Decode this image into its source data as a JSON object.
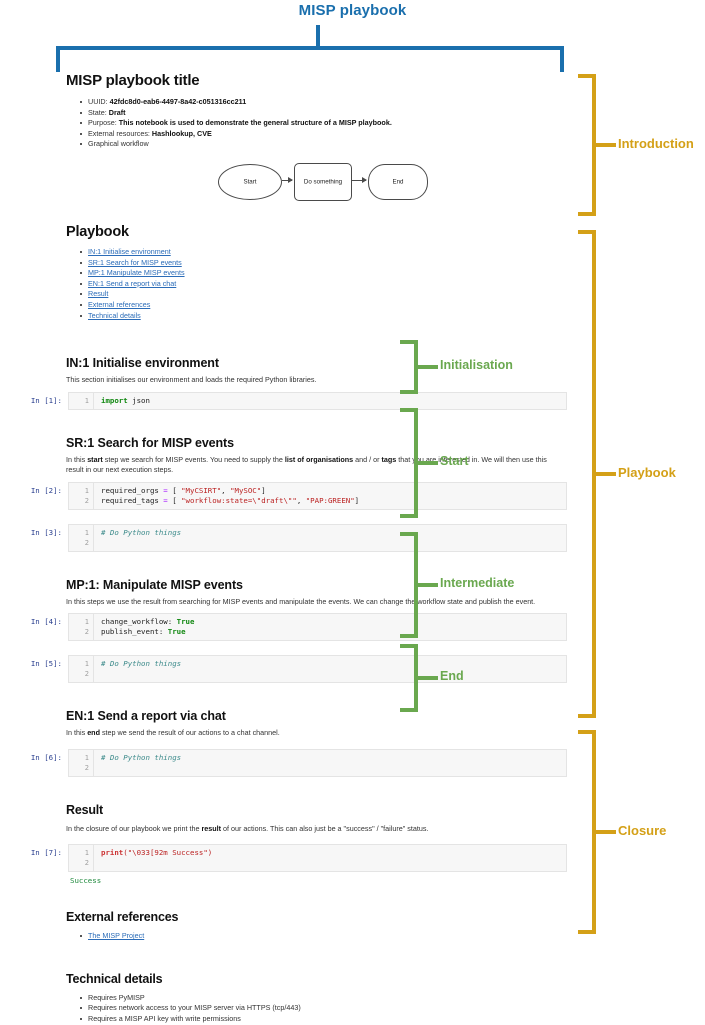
{
  "top_annotation": {
    "label": "MISP playbook",
    "color": "#1a6fad"
  },
  "notebook": {
    "title": "MISP playbook title",
    "intro_items": [
      {
        "label": "UUID:",
        "value": "42fdc8d0-eab6-4497-8a42-c051316cc211"
      },
      {
        "label": "State:",
        "value": "Draft"
      },
      {
        "label": "Purpose:",
        "value": "This notebook is used to demonstrate the general structure of a MISP playbook."
      },
      {
        "label": "External resources:",
        "value": "Hashlookup, CVE"
      },
      {
        "label": "Graphical workflow",
        "value": ""
      }
    ],
    "flow": {
      "start": "Start",
      "middle": "Do something",
      "end": "End"
    },
    "playbook_heading": "Playbook",
    "toc": [
      "IN:1 Initialise environment",
      "SR:1 Search for MISP events",
      "MP:1 Manipulate MISP events",
      "EN:1 Send a report via chat",
      "Result",
      "External references",
      "Technical details"
    ],
    "sections": {
      "in1": {
        "heading": "IN:1 Initialise environment",
        "text": "This section initialises our environment and loads the required Python libraries.",
        "cell": {
          "prompt": "In [1]:",
          "lines": [
            "1"
          ],
          "code_html": "<span class=\"k\">import</span> json"
        }
      },
      "sr1": {
        "heading": "SR:1 Search for MISP events",
        "text_1": "In this ",
        "text_b1": "start",
        "text_2": " step we search for MISP events. You need to supply the ",
        "text_b2": "list of organisations",
        "text_3": " and / or ",
        "text_b3": "tags",
        "text_4": " that you are interested in. We will then use this result in our next execution steps.",
        "cell_a": {
          "prompt": "In [2]:"
        },
        "code_a_l1": "required_orgs = [ \"MyCSIRT\", \"MySOC\"]",
        "code_a_l2": "required_tags = [ \"workflow:state=\\\"draft\\\"\", \"PAP:GREEN\"]",
        "cell_b": {
          "prompt": "In [3]:",
          "comment": "# Do Python things"
        }
      },
      "mp1": {
        "heading": "MP:1: Manipulate MISP events",
        "text": "In this steps we use the result from searching for MISP events and manipulate the events. We can change the workflow state and publish the event.",
        "cell_a": {
          "prompt": "In [4]:"
        },
        "code_a_l1_name": "change_workflow:",
        "code_a_l1_val": "True",
        "code_a_l2_name": "publish_event:",
        "code_a_l2_val": "True",
        "cell_b": {
          "prompt": "In [5]:",
          "comment": "# Do Python things"
        }
      },
      "en1": {
        "heading": "EN:1 Send a report via chat",
        "text_1": "In this ",
        "text_b1": "end",
        "text_2": " step we send the result of our actions to a chat channel.",
        "cell": {
          "prompt": "In [6]:",
          "comment": "# Do Python things"
        }
      },
      "result": {
        "heading": "Result",
        "text_1": "In the closure of our playbook we print the ",
        "text_b1": "result",
        "text_2": " of our actions. This can also just be a \"success\" / \"failure\" status.",
        "cell": {
          "prompt": "In [7]:"
        },
        "code_fn": "print",
        "code_arg": "(\"\\033[92m Success\")",
        "output": "Success"
      },
      "external": {
        "heading": "External references",
        "links": [
          "The MISP Project"
        ]
      },
      "technical": {
        "heading": "Technical details",
        "items": [
          "Requires PyMISP",
          "Requires network access to your MISP server via HTTPS (tcp/443)",
          "Requires a MISP API key with write permissions"
        ]
      }
    }
  },
  "green_annotations": [
    {
      "label": "Initialisation",
      "color": "#6aa84f"
    },
    {
      "label": "Start",
      "color": "#6aa84f"
    },
    {
      "label": "Intermediate",
      "color": "#6aa84f"
    },
    {
      "label": "End",
      "color": "#6aa84f"
    }
  ],
  "gold_annotations": [
    {
      "label": "Introduction",
      "color": "#d4a017"
    },
    {
      "label": "Playbook",
      "color": "#d4a017"
    },
    {
      "label": "Closure",
      "color": "#d4a017"
    }
  ]
}
